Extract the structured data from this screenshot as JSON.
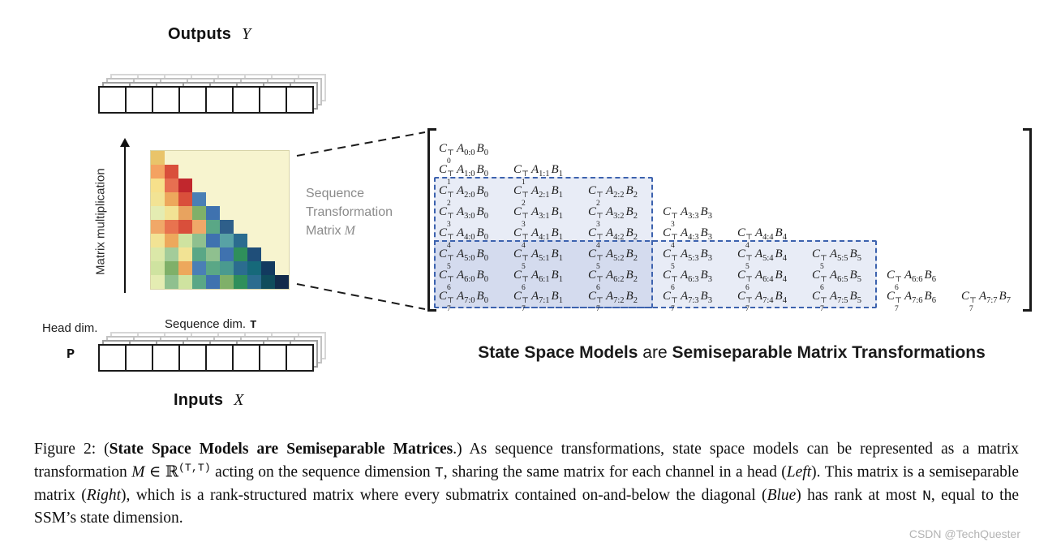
{
  "labels": {
    "outputs_word": "Outputs",
    "outputs_var": "Y",
    "inputs_word": "Inputs",
    "inputs_var": "X",
    "matrix_multiplication": "Matrix multiplication",
    "stm_line1": "Sequence",
    "stm_line2": "Transformation",
    "stm_line3": "Matrix",
    "stm_var": "M",
    "head_dim_label": "Head dim.",
    "head_dim_var": "P",
    "seq_dim_label": "Sequence dim.",
    "seq_dim_var": "T"
  },
  "headline": {
    "segments": [
      {
        "t": "State Space Models",
        "s": "b"
      },
      {
        "t": " are ",
        "s": "r"
      },
      {
        "t": "Semiseparable Matrix Transformations",
        "s": "b"
      }
    ]
  },
  "caption": {
    "segments": [
      {
        "t": "Figure 2: (",
        "s": "r"
      },
      {
        "t": "State Space Models are Semiseparable Matrices",
        "s": "b"
      },
      {
        "t": ".) As sequence transformations, state space models can be represented as a matrix transformation ",
        "s": "r"
      },
      {
        "t": "M",
        "s": "i"
      },
      {
        "t": " ∈ ℝ",
        "s": "r"
      },
      {
        "t": "(T,T)",
        "s": "suptt"
      },
      {
        "t": " acting on the sequence dimension ",
        "s": "r"
      },
      {
        "t": "T",
        "s": "tt"
      },
      {
        "t": ", sharing the same matrix for each channel in a head (",
        "s": "r"
      },
      {
        "t": "Left",
        "s": "i"
      },
      {
        "t": ").  This matrix is a semiseparable matrix (",
        "s": "r"
      },
      {
        "t": "Right",
        "s": "i"
      },
      {
        "t": "), which is a rank-structured matrix where every submatrix contained on-and-below the diagonal (",
        "s": "r"
      },
      {
        "t": "Blue",
        "s": "i"
      },
      {
        "t": ") has rank at most ",
        "s": "r"
      },
      {
        "t": "N",
        "s": "tt"
      },
      {
        "t": ", equal to the SSM’s state dimension.",
        "s": "r"
      }
    ]
  },
  "watermark": "CSDN @TechQuester",
  "tensor": {
    "cells": 8,
    "layers": 4
  },
  "heatmap": {
    "background": "#f7f4cf",
    "colors": [
      [
        "#e9c46a",
        "#f7f4cf",
        "#f7f4cf",
        "#f7f4cf",
        "#f7f4cf",
        "#f7f4cf",
        "#f7f4cf",
        "#f7f4cf",
        "#f7f4cf",
        "#f7f4cf"
      ],
      [
        "#f4a261",
        "#d94f3b",
        "#f7f4cf",
        "#f7f4cf",
        "#f7f4cf",
        "#f7f4cf",
        "#f7f4cf",
        "#f7f4cf",
        "#f7f4cf",
        "#f7f4cf"
      ],
      [
        "#f7e08b",
        "#e76f51",
        "#c1272d",
        "#f7f4cf",
        "#f7f4cf",
        "#f7f4cf",
        "#f7f4cf",
        "#f7f4cf",
        "#f7f4cf",
        "#f7f4cf"
      ],
      [
        "#f2e394",
        "#eda85c",
        "#d94f3b",
        "#4a7fb5",
        "#f7f4cf",
        "#f7f4cf",
        "#f7f4cf",
        "#f7f4cf",
        "#f7f4cf",
        "#f7f4cf"
      ],
      [
        "#e4ecb2",
        "#f2e394",
        "#e8a35f",
        "#7fb069",
        "#3f72af",
        "#f7f4cf",
        "#f7f4cf",
        "#f7f4cf",
        "#f7f4cf",
        "#f7f4cf"
      ],
      [
        "#f0a868",
        "#e8734f",
        "#d94f3b",
        "#f0a868",
        "#5aa786",
        "#2e5f8a",
        "#f7f4cf",
        "#f7f4cf",
        "#f7f4cf",
        "#f7f4cf"
      ],
      [
        "#f2e394",
        "#eda85c",
        "#cfe3a0",
        "#8fc08f",
        "#3f72af",
        "#58a2a5",
        "#2b6c8f",
        "#f7f4cf",
        "#f7f4cf",
        "#f7f4cf"
      ],
      [
        "#dbe8a8",
        "#a3cc9a",
        "#f2e394",
        "#5aa786",
        "#8fc08f",
        "#3f72af",
        "#2f8f5b",
        "#1f4e79",
        "#f7f4cf",
        "#f7f4cf"
      ],
      [
        "#cfe3a0",
        "#7fb069",
        "#eda85c",
        "#4a7fb5",
        "#5aa786",
        "#4a9a8f",
        "#2b6c8f",
        "#16697a",
        "#123a5f",
        "#f7f4cf"
      ],
      [
        "#e4ecb2",
        "#8fc08f",
        "#cfe3a0",
        "#5aa786",
        "#3f72af",
        "#7fb069",
        "#2f8f5b",
        "#2b6c8f",
        "#0f4c5c",
        "#122b4a"
      ]
    ]
  },
  "matrix": {
    "highlight_color": "#3c62ae",
    "highlight_boxes": [
      {
        "row_start": 2,
        "row_end": 7,
        "col_start": 0,
        "col_end": 2
      },
      {
        "row_start": 5,
        "row_end": 7,
        "col_start": 0,
        "col_end": 5
      }
    ],
    "rows": [
      [
        {
          "c": "0",
          "a": "0:0",
          "b": "0"
        }
      ],
      [
        {
          "c": "1",
          "a": "1:0",
          "b": "0"
        },
        {
          "c": "1",
          "a": "1:1",
          "b": "1"
        }
      ],
      [
        {
          "c": "2",
          "a": "2:0",
          "b": "0"
        },
        {
          "c": "2",
          "a": "2:1",
          "b": "1"
        },
        {
          "c": "2",
          "a": "2:2",
          "b": "2"
        }
      ],
      [
        {
          "c": "3",
          "a": "3:0",
          "b": "0"
        },
        {
          "c": "3",
          "a": "3:1",
          "b": "1"
        },
        {
          "c": "3",
          "a": "3:2",
          "b": "2"
        },
        {
          "c": "3",
          "a": "3:3",
          "b": "3"
        }
      ],
      [
        {
          "c": "4",
          "a": "4:0",
          "b": "0"
        },
        {
          "c": "4",
          "a": "4:1",
          "b": "1"
        },
        {
          "c": "4",
          "a": "4:2",
          "b": "2"
        },
        {
          "c": "4",
          "a": "4:3",
          "b": "3"
        },
        {
          "c": "4",
          "a": "4:4",
          "b": "4"
        }
      ],
      [
        {
          "c": "5",
          "a": "5:0",
          "b": "0"
        },
        {
          "c": "5",
          "a": "5:1",
          "b": "1"
        },
        {
          "c": "5",
          "a": "5:2",
          "b": "2"
        },
        {
          "c": "5",
          "a": "5:3",
          "b": "3"
        },
        {
          "c": "5",
          "a": "5:4",
          "b": "4"
        },
        {
          "c": "5",
          "a": "5:5",
          "b": "5"
        }
      ],
      [
        {
          "c": "6",
          "a": "6:0",
          "b": "0"
        },
        {
          "c": "6",
          "a": "6:1",
          "b": "1"
        },
        {
          "c": "6",
          "a": "6:2",
          "b": "2"
        },
        {
          "c": "6",
          "a": "6:3",
          "b": "3"
        },
        {
          "c": "6",
          "a": "6:4",
          "b": "4"
        },
        {
          "c": "6",
          "a": "6:5",
          "b": "5"
        },
        {
          "c": "6",
          "a": "6:6",
          "b": "6"
        }
      ],
      [
        {
          "c": "7",
          "a": "7:0",
          "b": "0"
        },
        {
          "c": "7",
          "a": "7:1",
          "b": "1"
        },
        {
          "c": "7",
          "a": "7:2",
          "b": "2"
        },
        {
          "c": "7",
          "a": "7:3",
          "b": "3"
        },
        {
          "c": "7",
          "a": "7:4",
          "b": "4"
        },
        {
          "c": "7",
          "a": "7:5",
          "b": "5"
        },
        {
          "c": "7",
          "a": "7:6",
          "b": "6"
        },
        {
          "c": "7",
          "a": "7:7",
          "b": "7"
        }
      ]
    ]
  }
}
